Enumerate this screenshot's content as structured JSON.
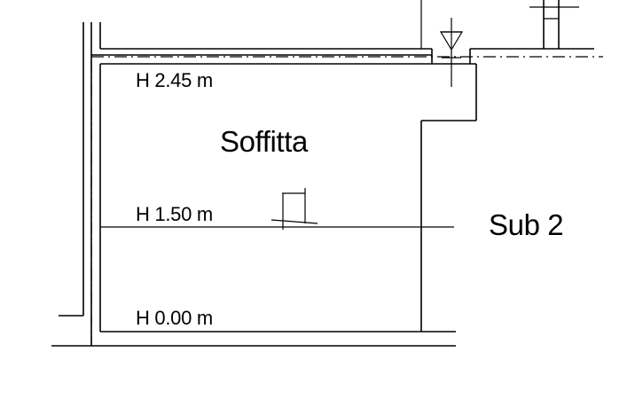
{
  "section": {
    "room_name": "Soffitta",
    "adjacent_unit": "Sub 2",
    "levels": {
      "top": "H 2.45 m",
      "middle": "H 1.50 m",
      "bottom": "H 0.00 m"
    }
  },
  "symbols": {
    "downpipe": "drain-arrow-icon",
    "chimney": "chimney-flue-icon",
    "window": "window-symbol-icon"
  },
  "colors": {
    "line": "#000000",
    "background": "#ffffff"
  }
}
